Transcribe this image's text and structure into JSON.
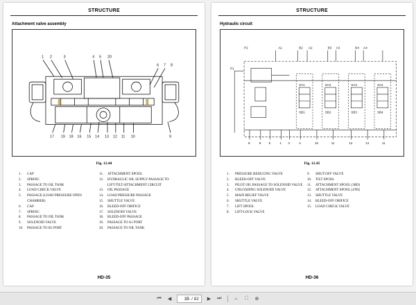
{
  "left_page": {
    "header": "STRUCTURE",
    "section_title": "Attachment valve assembly",
    "figure_caption": "Fig. 12.44",
    "page_number": "HD-35",
    "diagram_labels": {
      "top": [
        "1",
        "2",
        "3",
        "4",
        "5",
        "20"
      ],
      "right": [
        "6",
        "7",
        "8"
      ],
      "bottom": [
        "17",
        "19",
        "18",
        "16",
        "15",
        "14",
        "13",
        "12",
        "11",
        "10",
        "9"
      ]
    },
    "legend_col1": [
      {
        "num": "1.",
        "text": "CAP"
      },
      {
        "num": "2.",
        "text": "SPRING"
      },
      {
        "num": "3.",
        "text": "PASSAGE TO OIL TANK"
      },
      {
        "num": "4.",
        "text": "LOAD CHECK VALVE"
      },
      {
        "num": "5.",
        "text": "PASSAGE (LOAD PRESSURE OPEN"
      },
      {
        "num": "",
        "text": "CHAMBER)"
      },
      {
        "num": "6.",
        "text": "CAP"
      },
      {
        "num": "7.",
        "text": "SPRING"
      },
      {
        "num": "8.",
        "text": "PASSAGE TO OIL TANK"
      },
      {
        "num": "9.",
        "text": "SOLENOID VALVE"
      },
      {
        "num": "10.",
        "text": "PASSAGE TO B1 PORT"
      }
    ],
    "legend_col2": [
      {
        "num": "11.",
        "text": "ATTACHMENT SPOOL"
      },
      {
        "num": "12.",
        "text": "HYDRAULIC OIL SUPPLY PASSAGE TO"
      },
      {
        "num": "",
        "text": "LIFT/TILT/ATTACHMENT CIRCUIT"
      },
      {
        "num": "13.",
        "text": "OIL PASSAGE"
      },
      {
        "num": "14.",
        "text": "LOAD PRESSURE PASSAGE"
      },
      {
        "num": "15.",
        "text": "SHUTTLE VALVE"
      },
      {
        "num": "16.",
        "text": "BLEED-OFF ORIFICE"
      },
      {
        "num": "17.",
        "text": "SOLENOID VALVE"
      },
      {
        "num": "18.",
        "text": "BLEED-OFF PASSAGE"
      },
      {
        "num": "19.",
        "text": "PASSAGE TO A1 PORT"
      },
      {
        "num": "20.",
        "text": "PASSAGE TO OIL TANK"
      }
    ]
  },
  "right_page": {
    "header": "STRUCTURE",
    "section_title": "Hydraulic circuit",
    "figure_caption": "Fig. 12.45",
    "page_number": "HD-36",
    "diagram_labels": {
      "top": [
        "P2",
        "P1",
        "A1",
        "B2",
        "A2",
        "B3",
        "A3",
        "B4",
        "A4"
      ],
      "spools": [
        "SA1",
        "SA2",
        "SA3",
        "SA4",
        "SB1",
        "SB2",
        "SB3",
        "SB4"
      ],
      "bottom": [
        "8",
        "9",
        "5",
        "1",
        "3",
        "4",
        "10",
        "11",
        "12",
        "13",
        "11"
      ]
    },
    "legend_col1": [
      {
        "num": "1.",
        "text": "PRESSURE REDUCING VALVE"
      },
      {
        "num": "2.",
        "text": "BLEED-OFF VALVE"
      },
      {
        "num": "3.",
        "text": "PILOT OIL PASSAGE TO SOLENOID VALVE"
      },
      {
        "num": "4.",
        "text": "UNLOADING SOLENOID VALVE"
      },
      {
        "num": "5.",
        "text": "MAIN RELIEF VALVE"
      },
      {
        "num": "6.",
        "text": "SHUTTLE VALVE"
      },
      {
        "num": "7.",
        "text": "LIFT SPOOL"
      },
      {
        "num": "8.",
        "text": "LIFT-LOCK VALVE"
      }
    ],
    "legend_col2": [
      {
        "num": "9.",
        "text": "SHUT-OFF VALVE"
      },
      {
        "num": "10.",
        "text": "TILT SPOOL"
      },
      {
        "num": "11.",
        "text": "ATTACHMENT SPOOL (3RD)"
      },
      {
        "num": "12.",
        "text": "ATTACHMENT SPOOL (4TH)"
      },
      {
        "num": "13.",
        "text": "SHUTTLE VALVE"
      },
      {
        "num": "14.",
        "text": "BLEED-OFF ORIFICE"
      },
      {
        "num": "15.",
        "text": "LOAD CHECK VALVE"
      }
    ]
  },
  "toolbar": {
    "current_page": "35",
    "total_pages": "/ 82",
    "icons": [
      "first-page-icon",
      "prev-page-icon",
      "next-page-icon",
      "last-page-icon",
      "fit-width-icon",
      "fullscreen-icon",
      "zoom-in-icon"
    ]
  }
}
